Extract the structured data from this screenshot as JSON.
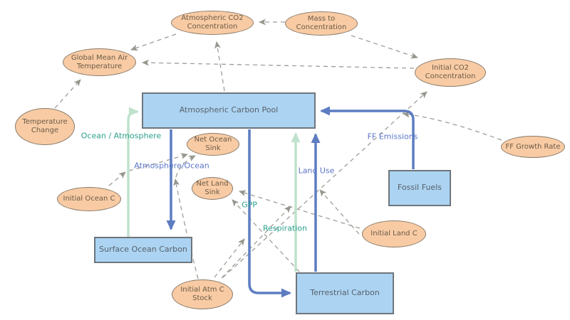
{
  "diagram": {
    "stocks": [
      {
        "id": "atmospheric-carbon-pool",
        "label": "Atmospheric Carbon Pool"
      },
      {
        "id": "surface-ocean-carbon",
        "label": "Surface Ocean Carbon"
      },
      {
        "id": "terrestrial-carbon",
        "label": "Terrestrial Carbon"
      },
      {
        "id": "fossil-fuels",
        "label": "Fossil Fuels"
      }
    ],
    "converters": [
      {
        "id": "atmospheric-co2-concentration",
        "label": "Atmospheric CO2\nConcentration"
      },
      {
        "id": "mass-to-concentration",
        "label": "Mass to\nConcentration"
      },
      {
        "id": "global-mean-air-temperature",
        "label": "Global Mean Air\nTemperature"
      },
      {
        "id": "temperature-change",
        "label": "Temperature\nChange"
      },
      {
        "id": "initial-co2-concentration",
        "label": "Initial CO2\nConcentration"
      },
      {
        "id": "ff-growth-rate",
        "label": "FF Growth Rate"
      },
      {
        "id": "net-ocean-sink",
        "label": "Net Ocean\nSink"
      },
      {
        "id": "net-land-sink",
        "label": "Net Land\nSink"
      },
      {
        "id": "initial-ocean-c",
        "label": "Initial Ocean C"
      },
      {
        "id": "initial-atm-c-stock",
        "label": "Initial Atm C\nStock"
      },
      {
        "id": "initial-land-c",
        "label": "Initial Land C"
      }
    ],
    "flows": [
      {
        "id": "ocean-atmosphere",
        "label": "Ocean / Atmosphere",
        "color": "#2DA18C"
      },
      {
        "id": "atmosphere-ocean",
        "label": "Atmosphere/Ocean",
        "color": "#5B76C8"
      },
      {
        "id": "gpp",
        "label": "GPP",
        "color": "#2DA18C"
      },
      {
        "id": "respiration",
        "label": "Respiration",
        "color": "#2DA18C"
      },
      {
        "id": "land-use",
        "label": "Land Use",
        "color": "#5B76C8"
      },
      {
        "id": "ff-emissions",
        "label": "FF Emissions",
        "color": "#5B76C8"
      }
    ],
    "colors": {
      "stock_fill": "#ACD4F2",
      "stock_border": "#6E757C",
      "stock_text": "#57606B",
      "converter_fill": "#F8CBA4",
      "converter_border": "#8B7C6B",
      "converter_text": "#6C5B47",
      "pipe_blue": "#5D7CC1",
      "pipe_green": "#BFE2CD",
      "link_gray": "#9D9D96",
      "background": "#FFFFFF"
    }
  }
}
